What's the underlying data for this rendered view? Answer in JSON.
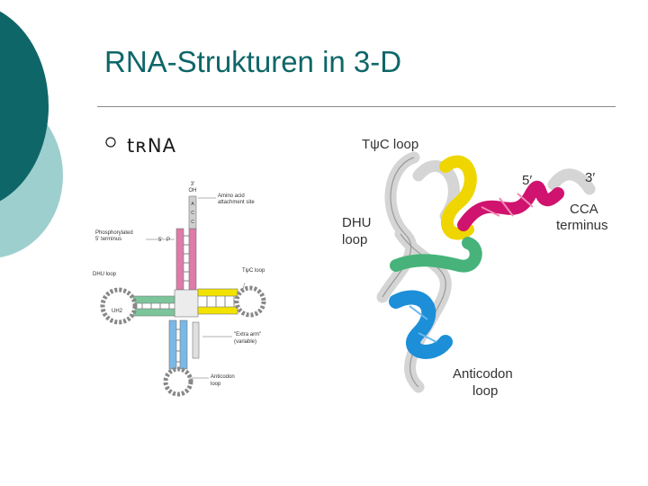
{
  "slide": {
    "title": "RNA-Strukturen in 3-D",
    "bullet": "tʀNA",
    "bullet_icon": "hollow-circle-icon"
  },
  "left_figure": {
    "labels": {
      "three_prime": "3'",
      "oh": "OH",
      "amino_line1": "Amino acid",
      "amino_line2": "attachment site",
      "phos_line1": "Phosphorylated",
      "phos_line2": "5' terminus",
      "five_p": "5'",
      "p": "P",
      "dhu_loop": "DHU loop",
      "dhu_inside": "UH2",
      "tpsic_loop": "TψC loop",
      "extra_line1": "\"Extra arm\"",
      "extra_line2": "(variable)",
      "anticodon_line1": "Anticodon",
      "anticodon_line2": "loop"
    },
    "acceptor_letters": [
      "A",
      "C",
      "C"
    ]
  },
  "right_figure": {
    "labels": {
      "tpsic_loop": "TψC loop",
      "dhu_line1": "DHU",
      "dhu_line2": "loop",
      "five_prime": "5′",
      "three_prime": "3′",
      "cca_line1": "CCA",
      "cca_line2": "terminus",
      "anticodon_line1": "Anticodon",
      "anticodon_line2": "loop"
    }
  },
  "colors": {
    "title": "#0e6668",
    "deco_dark": "#0e6668",
    "deco_light": "#9ecfcf",
    "pink": "#e07aa8",
    "yellow": "#f2e200",
    "green": "#7cc59b",
    "blue": "#7ab8e6",
    "magenta": "#d0136e",
    "rib_yellow": "#efd600",
    "rib_green": "#47b37a",
    "rib_blue": "#1c8fd8"
  }
}
